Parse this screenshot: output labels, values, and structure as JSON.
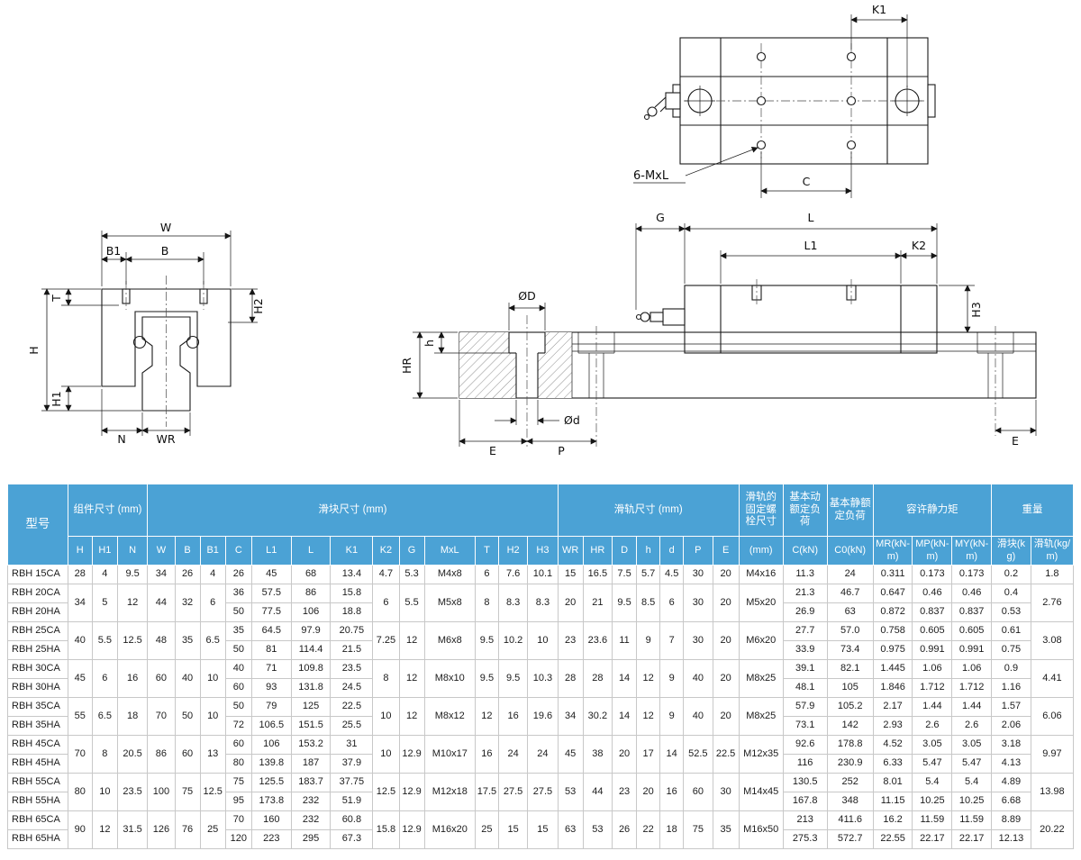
{
  "colors": {
    "header_bg": "#4ba2d5",
    "header_text": "#ffffff",
    "line": "#1a1a1a"
  },
  "drawings": {
    "top_view": {
      "k1": "K1",
      "bolt_callout": "6-MxL",
      "c": "C"
    },
    "front_view": {
      "w": "W",
      "b1": "B1",
      "b": "B",
      "t": "T",
      "h2": "H2",
      "h": "H",
      "h1": "H1",
      "n": "N",
      "wr": "WR"
    },
    "side_view": {
      "g": "G",
      "l": "L",
      "l1": "L1",
      "k2": "K2",
      "h3": "H3",
      "hr": "HR",
      "h_depth": "h",
      "dia_big": "ØD",
      "dia_small": "Ød",
      "e_left": "E",
      "p": "P",
      "e_right": "E"
    }
  },
  "table": {
    "model_header": "型号",
    "groups_header": [
      {
        "label": "组件尺寸 (mm)",
        "cols": [
          "H",
          "H1",
          "N"
        ]
      },
      {
        "label": "滑块尺寸 (mm)",
        "cols": [
          "W",
          "B",
          "B1",
          "C",
          "L1",
          "L",
          "K1",
          "K2",
          "G",
          "MxL",
          "T",
          "H2",
          "H3"
        ]
      },
      {
        "label": "滑轨尺寸 (mm)",
        "cols": [
          "WR",
          "HR",
          "D",
          "h",
          "d",
          "P",
          "E"
        ]
      },
      {
        "label": "滑轨的固定螺栓尺寸",
        "cols": [
          "(mm)"
        ]
      },
      {
        "label": "基本动额定负荷",
        "cols": [
          "C(kN)"
        ]
      },
      {
        "label": "基本静额定负荷",
        "cols": [
          "C0(kN)"
        ]
      },
      {
        "label": "容许静力矩",
        "cols": [
          "MR(kN-m)",
          "MP(kN-m)",
          "MY(kN-m)"
        ]
      },
      {
        "label": "重量",
        "cols": [
          "滑块(kg)",
          "滑轨(kg/m)"
        ]
      }
    ],
    "groups": [
      {
        "shared": {
          "H": "28",
          "H1": "4",
          "N": "9.5",
          "W": "34",
          "B": "26",
          "B1": "4",
          "K2": "4.7",
          "G": "5.3",
          "MxL": "M4x8",
          "T": "6",
          "H2": "7.6",
          "H3": "10.1",
          "WR": "15",
          "HR": "16.5",
          "D": "7.5",
          "h": "5.7",
          "d": "4.5",
          "P": "30",
          "E": "20",
          "bolt": "M4x16",
          "rail_kg": "1.8"
        },
        "rows": [
          {
            "model": "RBH 15CA",
            "C": "26",
            "L1": "45",
            "L": "68",
            "K1": "13.4",
            "Cdyn": "11.3",
            "C0": "24",
            "MR": "0.311",
            "MP": "0.173",
            "MY": "0.173",
            "block_kg": "0.2"
          }
        ]
      },
      {
        "shared": {
          "H": "34",
          "H1": "5",
          "N": "12",
          "W": "44",
          "B": "32",
          "B1": "6",
          "K2": "6",
          "G": "5.5",
          "MxL": "M5x8",
          "T": "8",
          "H2": "8.3",
          "H3": "8.3",
          "WR": "20",
          "HR": "21",
          "D": "9.5",
          "h": "8.5",
          "d": "6",
          "P": "30",
          "E": "20",
          "bolt": "M5x20",
          "rail_kg": "2.76"
        },
        "rows": [
          {
            "model": "RBH 20CA",
            "C": "36",
            "L1": "57.5",
            "L": "86",
            "K1": "15.8",
            "Cdyn": "21.3",
            "C0": "46.7",
            "MR": "0.647",
            "MP": "0.46",
            "MY": "0.46",
            "block_kg": "0.4"
          },
          {
            "model": "RBH 20HA",
            "C": "50",
            "L1": "77.5",
            "L": "106",
            "K1": "18.8",
            "Cdyn": "26.9",
            "C0": "63",
            "MR": "0.872",
            "MP": "0.837",
            "MY": "0.837",
            "block_kg": "0.53"
          }
        ]
      },
      {
        "shared": {
          "H": "40",
          "H1": "5.5",
          "N": "12.5",
          "W": "48",
          "B": "35",
          "B1": "6.5",
          "K2": "7.25",
          "G": "12",
          "MxL": "M6x8",
          "T": "9.5",
          "H2": "10.2",
          "H3": "10",
          "WR": "23",
          "HR": "23.6",
          "D": "11",
          "h": "9",
          "d": "7",
          "P": "30",
          "E": "20",
          "bolt": "M6x20",
          "rail_kg": "3.08"
        },
        "rows": [
          {
            "model": "RBH 25CA",
            "C": "35",
            "L1": "64.5",
            "L": "97.9",
            "K1": "20.75",
            "Cdyn": "27.7",
            "C0": "57.0",
            "MR": "0.758",
            "MP": "0.605",
            "MY": "0.605",
            "block_kg": "0.61"
          },
          {
            "model": "RBH 25HA",
            "C": "50",
            "L1": "81",
            "L": "114.4",
            "K1": "21.5",
            "Cdyn": "33.9",
            "C0": "73.4",
            "MR": "0.975",
            "MP": "0.991",
            "MY": "0.991",
            "block_kg": "0.75"
          }
        ]
      },
      {
        "shared": {
          "H": "45",
          "H1": "6",
          "N": "16",
          "W": "60",
          "B": "40",
          "B1": "10",
          "K2": "8",
          "G": "12",
          "MxL": "M8x10",
          "T": "9.5",
          "H2": "9.5",
          "H3": "10.3",
          "WR": "28",
          "HR": "28",
          "D": "14",
          "h": "12",
          "d": "9",
          "P": "40",
          "E": "20",
          "bolt": "M8x25",
          "rail_kg": "4.41"
        },
        "rows": [
          {
            "model": "RBH 30CA",
            "C": "40",
            "L1": "71",
            "L": "109.8",
            "K1": "23.5",
            "Cdyn": "39.1",
            "C0": "82.1",
            "MR": "1.445",
            "MP": "1.06",
            "MY": "1.06",
            "block_kg": "0.9"
          },
          {
            "model": "RBH 30HA",
            "C": "60",
            "L1": "93",
            "L": "131.8",
            "K1": "24.5",
            "Cdyn": "48.1",
            "C0": "105",
            "MR": "1.846",
            "MP": "1.712",
            "MY": "1.712",
            "block_kg": "1.16"
          }
        ]
      },
      {
        "shared": {
          "H": "55",
          "H1": "6.5",
          "N": "18",
          "W": "70",
          "B": "50",
          "B1": "10",
          "K2": "10",
          "G": "12",
          "MxL": "M8x12",
          "T": "12",
          "H2": "16",
          "H3": "19.6",
          "WR": "34",
          "HR": "30.2",
          "D": "14",
          "h": "12",
          "d": "9",
          "P": "40",
          "E": "20",
          "bolt": "M8x25",
          "rail_kg": "6.06"
        },
        "rows": [
          {
            "model": "RBH 35CA",
            "C": "50",
            "L1": "79",
            "L": "125",
            "K1": "22.5",
            "Cdyn": "57.9",
            "C0": "105.2",
            "MR": "2.17",
            "MP": "1.44",
            "MY": "1.44",
            "block_kg": "1.57"
          },
          {
            "model": "RBH 35HA",
            "C": "72",
            "L1": "106.5",
            "L": "151.5",
            "K1": "25.5",
            "Cdyn": "73.1",
            "C0": "142",
            "MR": "2.93",
            "MP": "2.6",
            "MY": "2.6",
            "block_kg": "2.06"
          }
        ]
      },
      {
        "shared": {
          "H": "70",
          "H1": "8",
          "N": "20.5",
          "W": "86",
          "B": "60",
          "B1": "13",
          "K2": "10",
          "G": "12.9",
          "MxL": "M10x17",
          "T": "16",
          "H2": "24",
          "H3": "24",
          "WR": "45",
          "HR": "38",
          "D": "20",
          "h": "17",
          "d": "14",
          "P": "52.5",
          "E": "22.5",
          "bolt": "M12x35",
          "rail_kg": "9.97"
        },
        "rows": [
          {
            "model": "RBH 45CA",
            "C": "60",
            "L1": "106",
            "L": "153.2",
            "K1": "31",
            "Cdyn": "92.6",
            "C0": "178.8",
            "MR": "4.52",
            "MP": "3.05",
            "MY": "3.05",
            "block_kg": "3.18"
          },
          {
            "model": "RBH 45HA",
            "C": "80",
            "L1": "139.8",
            "L": "187",
            "K1": "37.9",
            "Cdyn": "116",
            "C0": "230.9",
            "MR": "6.33",
            "MP": "5.47",
            "MY": "5.47",
            "block_kg": "4.13"
          }
        ]
      },
      {
        "shared": {
          "H": "80",
          "H1": "10",
          "N": "23.5",
          "W": "100",
          "B": "75",
          "B1": "12.5",
          "K2": "12.5",
          "G": "12.9",
          "MxL": "M12x18",
          "T": "17.5",
          "H2": "27.5",
          "H3": "27.5",
          "WR": "53",
          "HR": "44",
          "D": "23",
          "h": "20",
          "d": "16",
          "P": "60",
          "E": "30",
          "bolt": "M14x45",
          "rail_kg": "13.98"
        },
        "rows": [
          {
            "model": "RBH 55CA",
            "C": "75",
            "L1": "125.5",
            "L": "183.7",
            "K1": "37.75",
            "Cdyn": "130.5",
            "C0": "252",
            "MR": "8.01",
            "MP": "5.4",
            "MY": "5.4",
            "block_kg": "4.89"
          },
          {
            "model": "RBH 55HA",
            "C": "95",
            "L1": "173.8",
            "L": "232",
            "K1": "51.9",
            "Cdyn": "167.8",
            "C0": "348",
            "MR": "11.15",
            "MP": "10.25",
            "MY": "10.25",
            "block_kg": "6.68"
          }
        ]
      },
      {
        "shared": {
          "H": "90",
          "H1": "12",
          "N": "31.5",
          "W": "126",
          "B": "76",
          "B1": "25",
          "K2": "15.8",
          "G": "12.9",
          "MxL": "M16x20",
          "T": "25",
          "H2": "15",
          "H3": "15",
          "WR": "63",
          "HR": "53",
          "D": "26",
          "h": "22",
          "d": "18",
          "P": "75",
          "E": "35",
          "bolt": "M16x50",
          "rail_kg": "20.22"
        },
        "rows": [
          {
            "model": "RBH 65CA",
            "C": "70",
            "L1": "160",
            "L": "232",
            "K1": "60.8",
            "Cdyn": "213",
            "C0": "411.6",
            "MR": "16.2",
            "MP": "11.59",
            "MY": "11.59",
            "block_kg": "8.89"
          },
          {
            "model": "RBH 65HA",
            "C": "120",
            "L1": "223",
            "L": "295",
            "K1": "67.3",
            "Cdyn": "275.3",
            "C0": "572.7",
            "MR": "22.55",
            "MP": "22.17",
            "MY": "22.17",
            "block_kg": "12.13"
          }
        ]
      }
    ]
  }
}
